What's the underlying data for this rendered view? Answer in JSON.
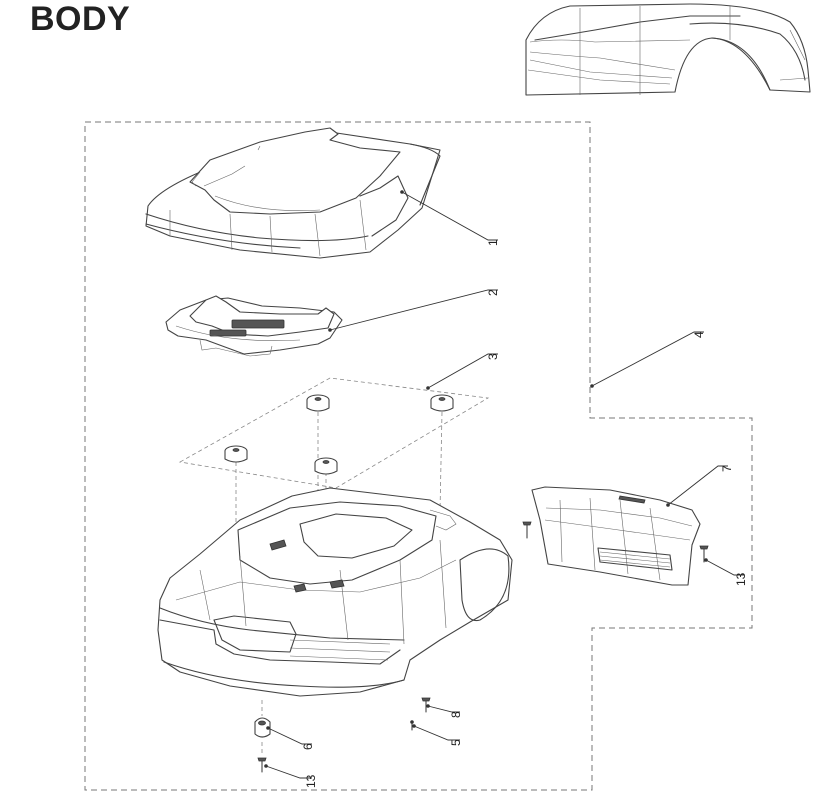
{
  "title": "BODY",
  "callouts": [
    {
      "id": "1",
      "label": "1"
    },
    {
      "id": "2",
      "label": "2"
    },
    {
      "id": "3",
      "label": "3"
    },
    {
      "id": "4",
      "label": "4"
    },
    {
      "id": "5",
      "label": "5"
    },
    {
      "id": "6",
      "label": "6"
    },
    {
      "id": "7",
      "label": "7"
    },
    {
      "id": "8",
      "label": "8"
    },
    {
      "id": "13a",
      "label": "13"
    },
    {
      "id": "13b",
      "label": "13"
    }
  ]
}
